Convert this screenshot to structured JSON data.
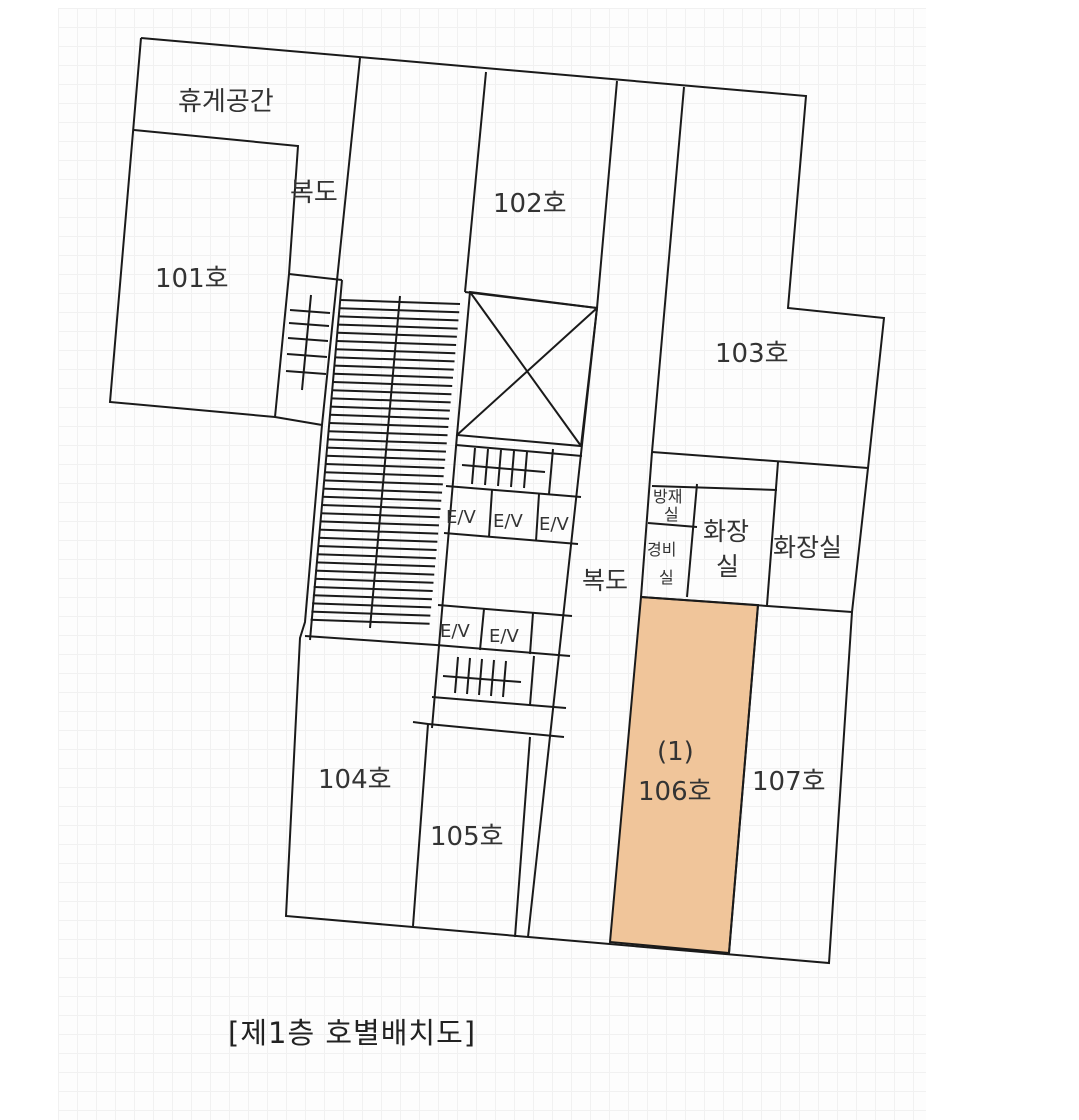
{
  "diagram": {
    "title": "[제1층 호별배치도]",
    "highlight_color": "#f0c59a",
    "line_color": "#1a1a1a",
    "rooms": {
      "lounge": "휴게공간",
      "corridor_top": "복도",
      "r101": "101호",
      "r102": "102호",
      "r103": "103호",
      "r104": "104호",
      "r105": "105호",
      "r106_marker": "(1)",
      "r106": "106호",
      "r107": "107호",
      "disaster_room_l1": "방재",
      "disaster_room_l2": "실",
      "guard_room_l1": "경비",
      "guard_room_l2": "실",
      "restroom_small_l1": "화장",
      "restroom_small_l2": "실",
      "restroom_large": "화장실",
      "corridor_center": "복도"
    },
    "elevators": [
      "E/V",
      "E/V",
      "E/V",
      "E/V",
      "E/V"
    ],
    "highlighted_unit": "106호"
  }
}
